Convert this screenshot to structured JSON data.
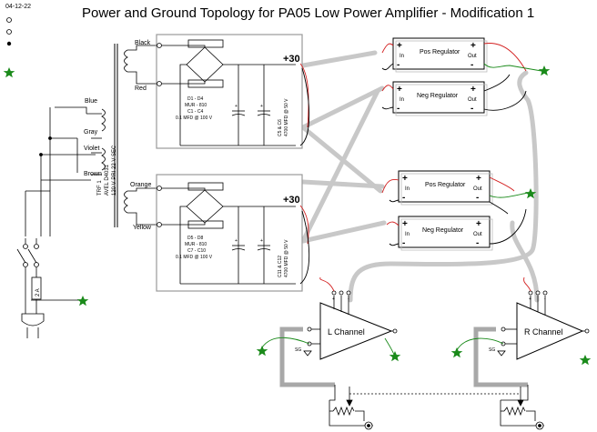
{
  "header": {
    "date": "04-12-22",
    "title": "Power and Ground Topology for PA05 Low Power Amplifier - Modification 1"
  },
  "labels": {
    "in": "In",
    "out": "Out",
    "sg": "SG"
  },
  "transformer": {
    "primary_wires": [
      "Blue",
      "Gray",
      "Violet",
      "Brown"
    ],
    "secondary_wires": [
      "Black",
      "Red",
      "Orange",
      "Yellow"
    ],
    "id": "TRF 1",
    "part": "AVEL D4031",
    "rating": "120 V PRI   22 V SEC"
  },
  "power_supplies": [
    {
      "output": "+30",
      "diodes": "D1 - D4",
      "diode_part": "MUR - 810",
      "caps": "C1 - C4",
      "cap_value": "0.1 MFD @ 100 V",
      "filter_caps": "C5 & C6",
      "filter_value": "4700 MFD @ 50 V"
    },
    {
      "output": "+30",
      "diodes": "D5 - D8",
      "diode_part": "MUR - 810",
      "caps": "C7 - C10",
      "cap_value": "0.1 MFD @ 100 V",
      "filter_caps": "C11 & C12",
      "filter_value": "4700 MFD @ 50 V"
    }
  ],
  "regulators": [
    "Pos Regulator",
    "Neg Regulator",
    "Pos Regulator",
    "Neg Regulator"
  ],
  "amplifiers": [
    "L Channel",
    "R Channel"
  ],
  "mains": {
    "fuse": "2 A"
  },
  "colors": {
    "ground_star": "#1a8a1a",
    "positive_wire": "#d32020",
    "power_cable": "#c8c8c8",
    "enclosure": "#999999"
  }
}
